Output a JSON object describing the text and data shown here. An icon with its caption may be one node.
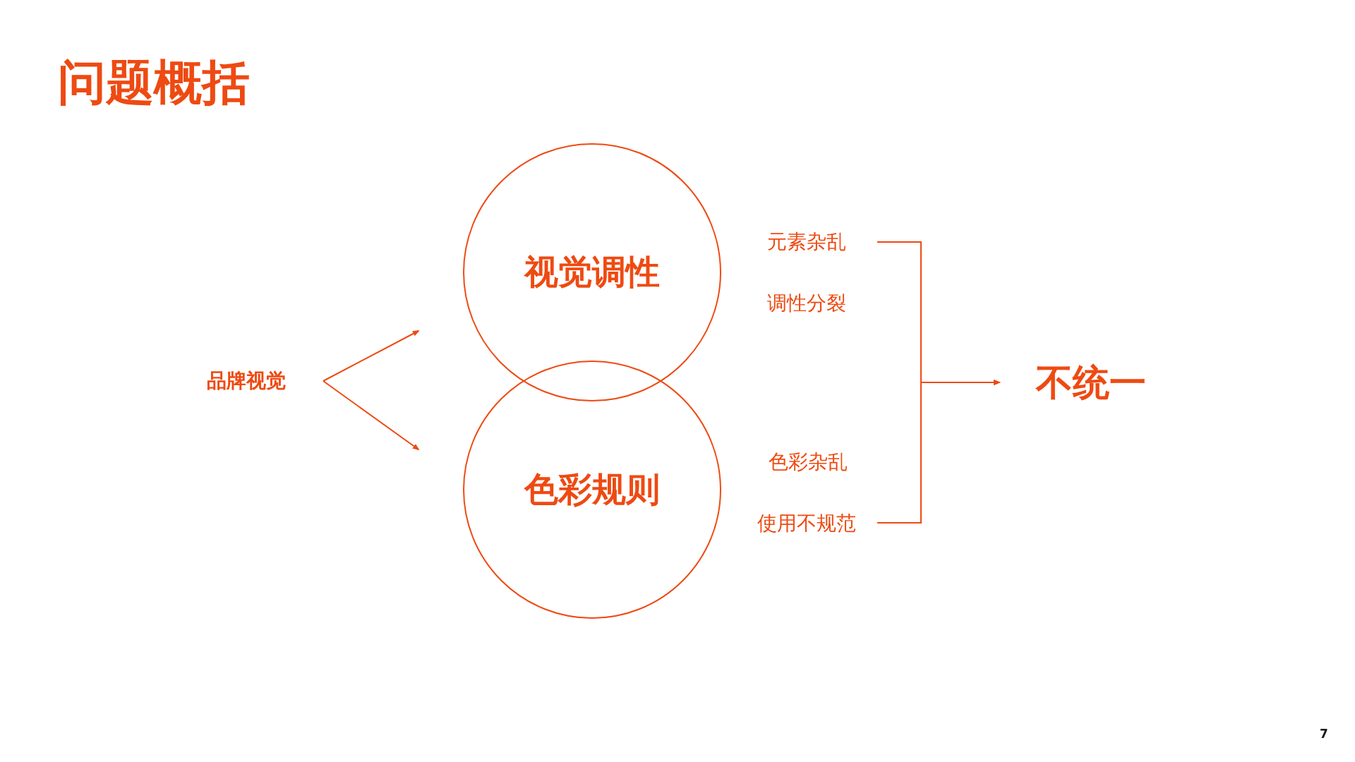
{
  "diagram": {
    "title": "问题概括",
    "nodes": [
      {
        "text": [
          "品牌视觉"
        ]
      },
      {
        "text": [
          "视觉调性"
        ]
      },
      {
        "text": [
          "色彩规则"
        ]
      },
      {
        "text": [
          "元素杂乱"
        ]
      },
      {
        "text": [
          "调性分裂"
        ]
      },
      {
        "text": [
          "色彩杂乱"
        ]
      },
      {
        "text": [
          "使用不规范"
        ]
      },
      {
        "text": [
          "不统一"
        ]
      }
    ],
    "edges": [
      {
        "from": 0,
        "to": 1,
        "arrow": "to"
      },
      {
        "from": 0,
        "to": 2,
        "arrow": "to"
      },
      {
        "from": 3,
        "to": 7,
        "arrow": "to"
      },
      {
        "from": 6,
        "to": 7,
        "arrow": "to"
      }
    ],
    "labels": [
      "7"
    ]
  }
}
